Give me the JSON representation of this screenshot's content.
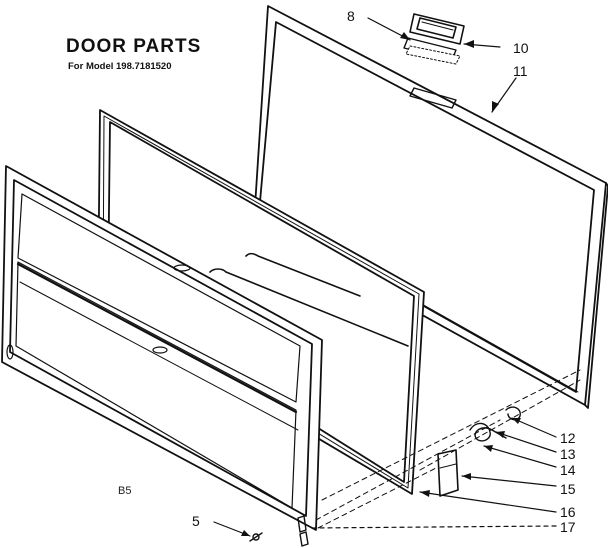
{
  "title": "DOOR PARTS",
  "subtitle": "For Model 198.7181520",
  "page_code": "B5",
  "callouts": {
    "c5": "5",
    "c8": "8",
    "c10": "10",
    "c11": "11",
    "c12": "12",
    "c13": "13",
    "c14": "14",
    "c15": "15",
    "c16": "16",
    "c17": "17"
  },
  "colors": {
    "line": "#111111",
    "background": "#ffffff"
  }
}
